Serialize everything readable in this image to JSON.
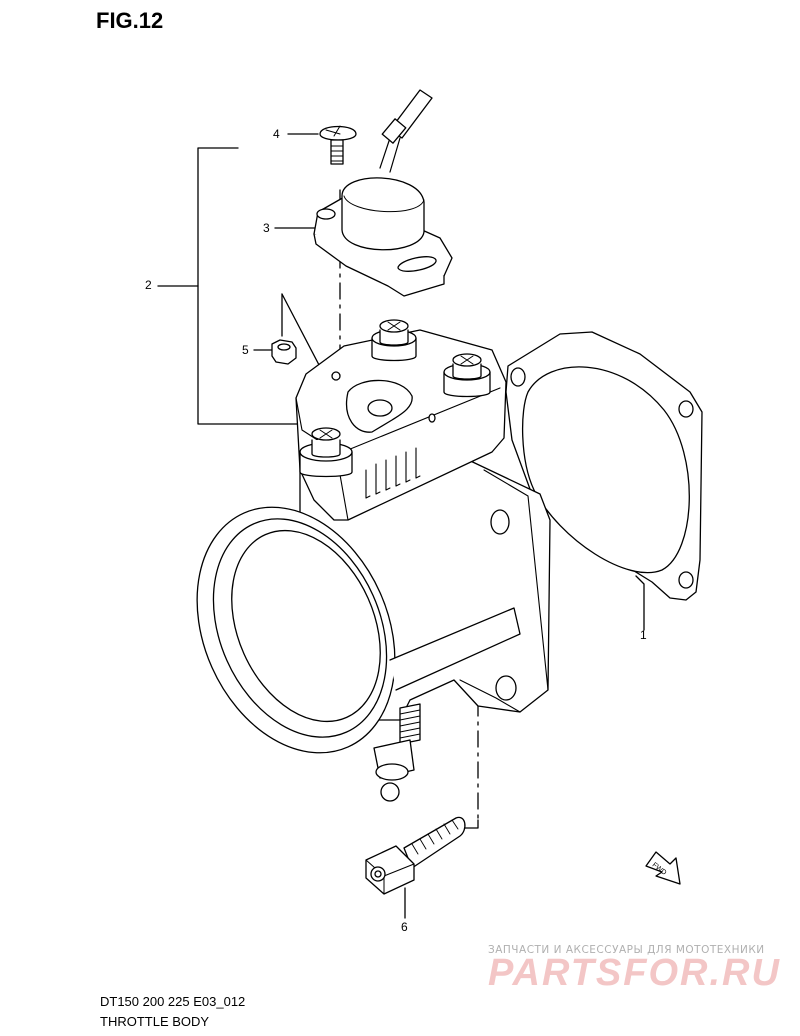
{
  "figure": {
    "title": "FIG.12",
    "code": "DT150 200 225 E03_012",
    "name": "THROTTLE BODY",
    "fwd_label": "FWD"
  },
  "callouts": [
    "1",
    "2",
    "3",
    "4",
    "5",
    "6"
  ],
  "watermark": {
    "tagline": "ЗАПЧАСТИ И АКСЕССУАРЫ ДЛЯ МОТОТЕХНИКИ",
    "brand": "PARTSFOR.RU"
  }
}
